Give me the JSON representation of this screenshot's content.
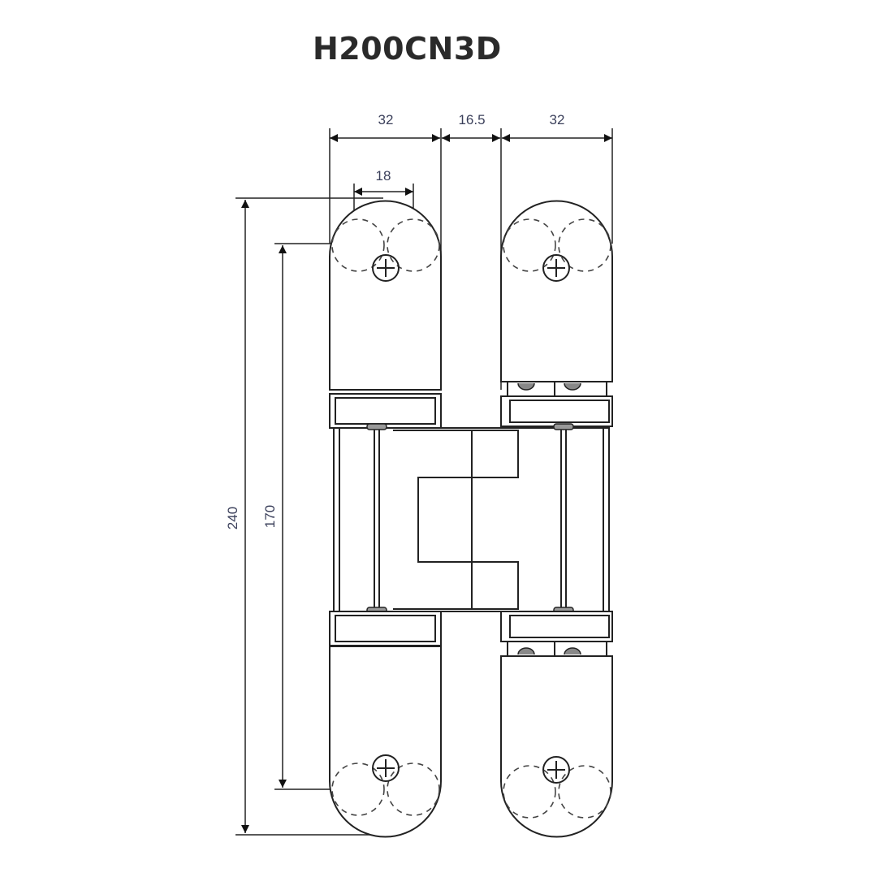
{
  "title": "H200CN3D",
  "dimensions": {
    "width_left": "32",
    "gap": "16.5",
    "width_right": "32",
    "hole_spacing": "18",
    "total_height": "240",
    "screw_spacing": "170"
  }
}
